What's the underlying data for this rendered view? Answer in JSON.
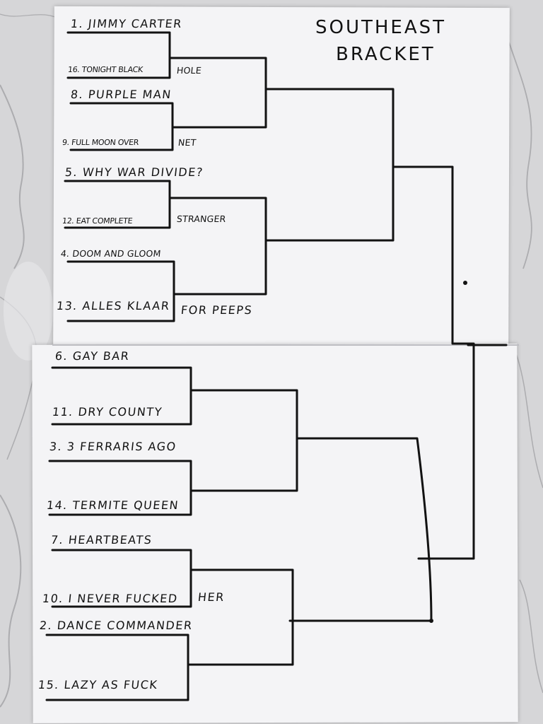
{
  "title": {
    "line1": "SOUTHEAST",
    "line2": "BRACKET"
  },
  "seeds": [
    "1. JIMMY CARTER",
    "16. TONIGHT BLACK",
    "HOLE",
    "8. PURPLE MAN",
    "9. FULL MOON OVER",
    "NET",
    "5. WHY WAR DIVIDE?",
    "12. EAT COMPLETE",
    "STRANGER",
    "4. DOOM AND GLOOM",
    "13. ALLES KLAAR",
    "FOR PEEPS",
    "6. GAY BAR",
    "11. DRY COUNTY",
    "3. 3 FERRARIS AGO",
    "14. TERMITE QUEEN",
    "7. HEARTBEATS",
    "10. I NEVER FUCKED",
    "HER",
    "2. DANCE COMMANDER",
    "15. LAZY AS FUCK"
  ],
  "colors": {
    "ink": "#121212",
    "paper": "#f4f4f6",
    "marble": "#d9d9db"
  }
}
